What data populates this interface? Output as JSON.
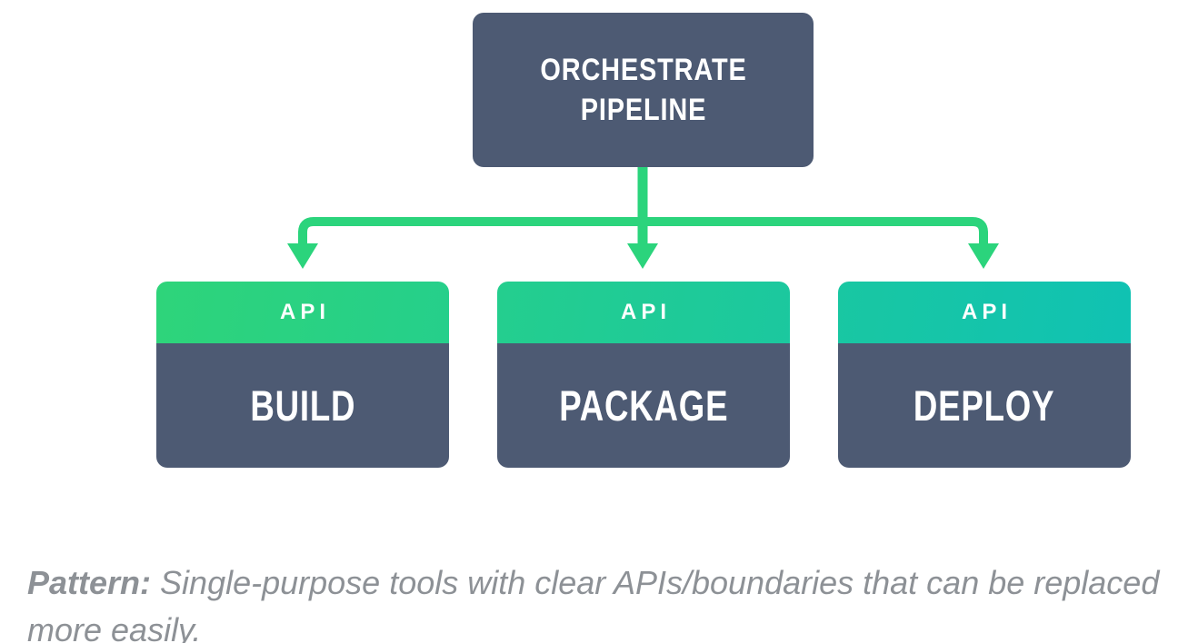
{
  "diagram": {
    "root": {
      "label": "ORCHESTRATE PIPELINE"
    },
    "children": [
      {
        "badge": "API",
        "label": "BUILD"
      },
      {
        "badge": "API",
        "label": "PACKAGE"
      },
      {
        "badge": "API",
        "label": "DEPLOY"
      }
    ],
    "colors": {
      "node_background": "#4d5a73",
      "connector_green": "#2bd47c",
      "api_gradient_start": "#2ed47a",
      "api_gradient_end": "#10c2b3",
      "node_text": "#ffffff"
    }
  },
  "caption": {
    "lead": "Pattern:",
    "text": " Single-purpose tools with clear APIs/boundaries that can be replaced more easily.",
    "color": "#8d9196"
  }
}
